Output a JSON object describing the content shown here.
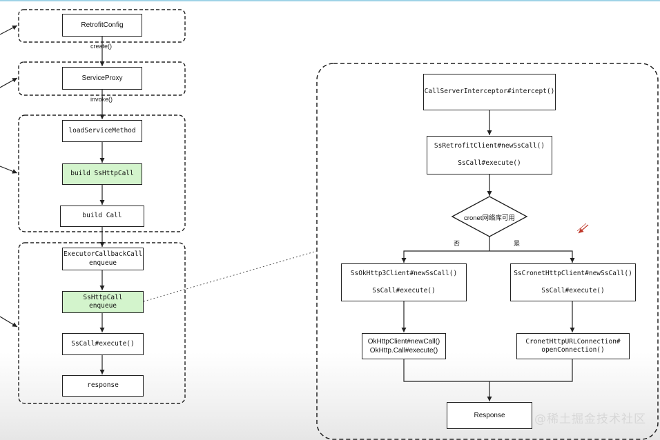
{
  "left": {
    "retrofit_config": "RetrofitConfig",
    "create_label": "create()",
    "service_proxy": "ServiceProxy",
    "invoke_label": "invoke()",
    "load_service_method": "loadServiceMethod",
    "build_sshttpcall": "build SsHttpCall",
    "build_call": "build Call",
    "executor_callback": "ExecutorCallbackCall\nenqueue",
    "sshttpcall_enqueue": "SsHttpCall\nenqueue",
    "sscall_execute": "SsCall#execute()",
    "response": "response"
  },
  "right": {
    "interceptor": "CallServerInterceptor#intercept()",
    "retrofit_client": "SsRetrofitClient#newSsCall()\n\nSsCall#execute()",
    "decision": "cronet网络库可用",
    "no_label": "否",
    "yes_label": "是",
    "okhttp3_client": "SsOkHttp3Client#newSsCall()\n\nSsCall#execute()",
    "cronet_client": "SsCronetHttpClient#newSsCall()\n\nSsCall#execute()",
    "okhttp_call": "OkHttpClient#newCall()\nOkHttp.Call#execute()",
    "cronet_url": "CronetHttpURLConnection#\nopenConnection()",
    "response": "Response"
  },
  "watermark": "@稀土掘金技术社区",
  "colors": {
    "highlight": "#d3f4cc",
    "border": "#222222",
    "annotation_arrow": "#c0392b"
  }
}
